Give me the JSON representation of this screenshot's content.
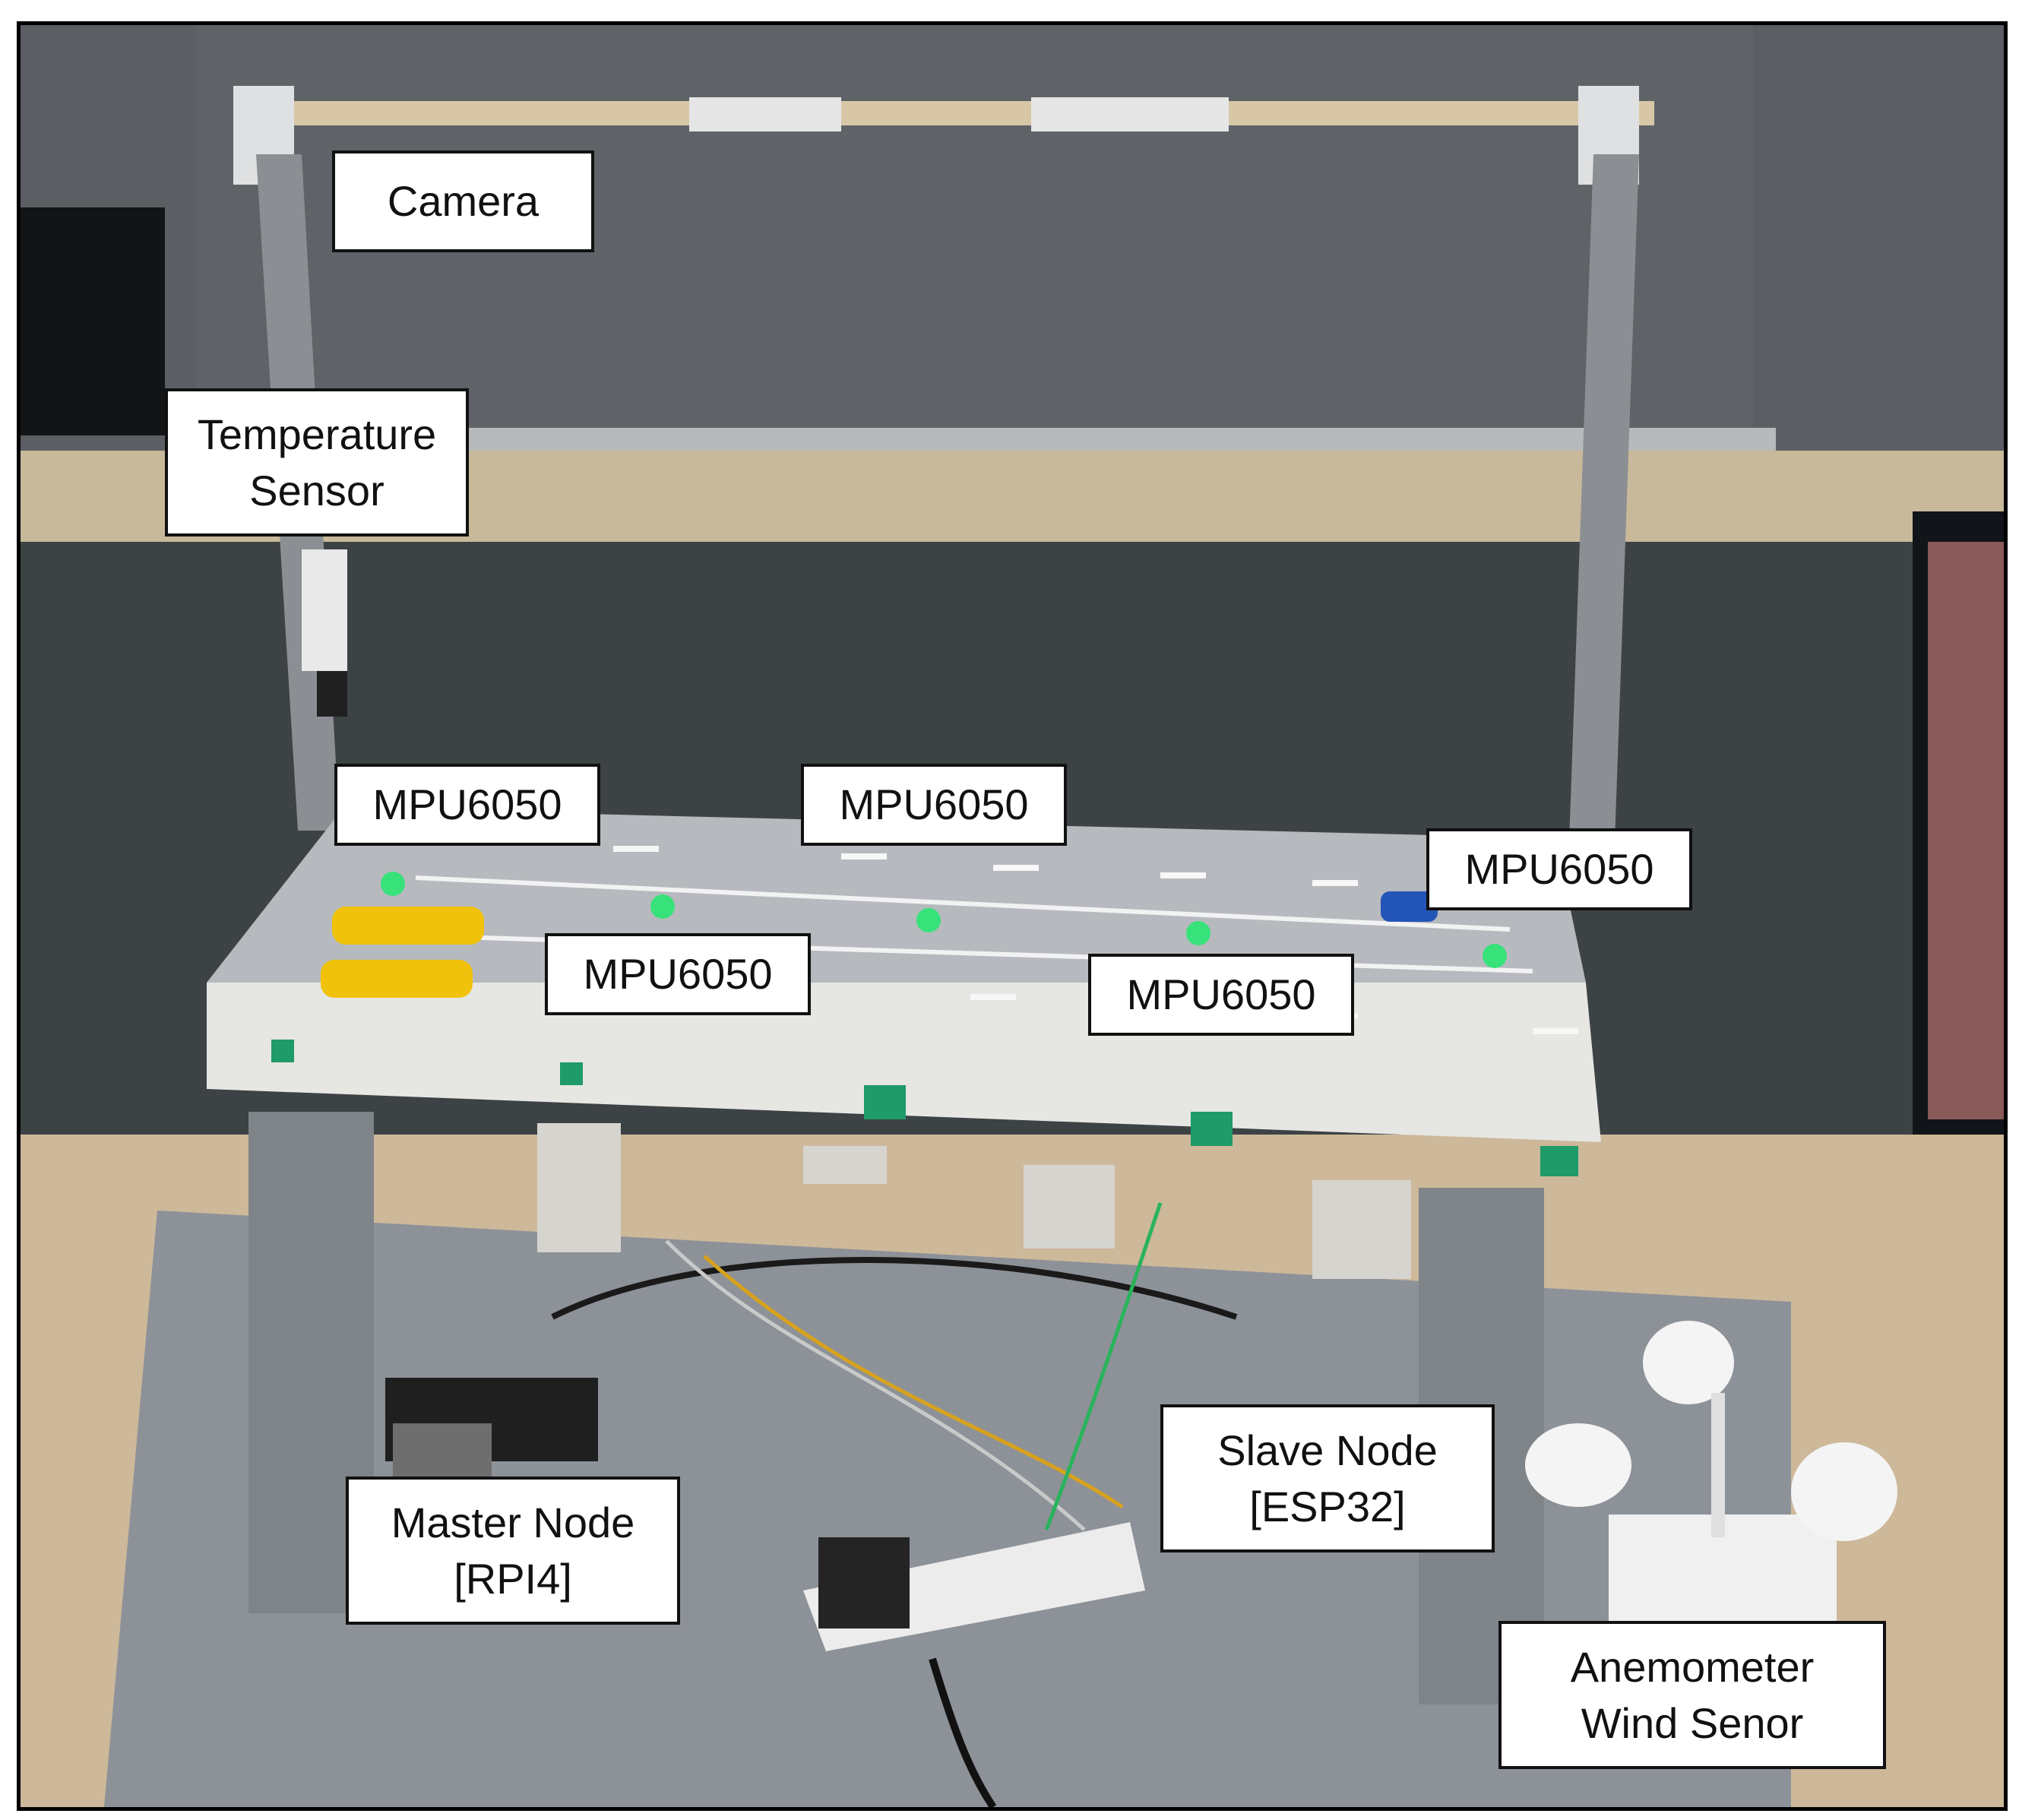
{
  "labels": {
    "camera": "Camera",
    "temperature_sensor": [
      "Temperature",
      "Sensor"
    ],
    "mpu_top_left": "MPU6050",
    "mpu_top_center": "MPU6050",
    "mpu_right": "MPU6050",
    "mpu_mid_left": "MPU6050",
    "mpu_mid_right": "MPU6050",
    "master_node": [
      "Master Node",
      "[RPI4]"
    ],
    "slave_node": [
      "Slave Node",
      "[ESP32]"
    ],
    "anemometer": [
      "Anemometer",
      "Wind Senor"
    ]
  },
  "colors": {
    "partition": "#5c5f63",
    "desk_trim": "#c8b89a",
    "bridge_deck": "#b7bbbf",
    "bridge_side": "#e7e7e4",
    "sensor_led": "#35e37a",
    "car_yellow": "#f1c20b",
    "base_board": "#8f949a"
  }
}
